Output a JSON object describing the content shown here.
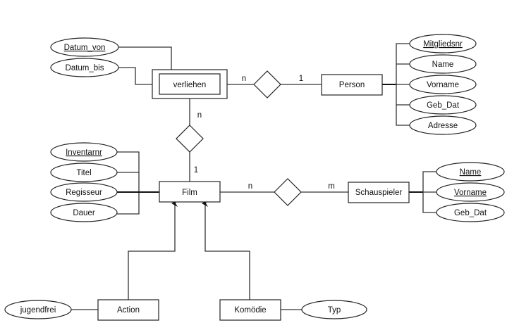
{
  "diagram": {
    "type": "entity-relationship",
    "entities": {
      "verliehen": {
        "label": "verliehen",
        "weak": true
      },
      "person": {
        "label": "Person"
      },
      "film": {
        "label": "Film"
      },
      "schauspieler": {
        "label": "Schauspieler"
      },
      "action": {
        "label": "Action"
      },
      "komoedie": {
        "label": "Komödie"
      }
    },
    "attributes": {
      "verliehen": [
        {
          "label": "Datum_von",
          "key": true
        },
        {
          "label": "Datum_bis",
          "key": false
        }
      ],
      "person": [
        {
          "label": "Mitgliedsnr",
          "key": true
        },
        {
          "label": "Name",
          "key": false
        },
        {
          "label": "Vorname",
          "key": false
        },
        {
          "label": "Geb_Dat",
          "key": false
        },
        {
          "label": "Adresse",
          "key": false
        }
      ],
      "film": [
        {
          "label": "Inventarnr",
          "key": true
        },
        {
          "label": "Titel",
          "key": false
        },
        {
          "label": "Regisseur",
          "key": false
        },
        {
          "label": "Dauer",
          "key": false
        }
      ],
      "schauspieler": [
        {
          "label": "Name",
          "key": true
        },
        {
          "label": "Vorname",
          "key": true
        },
        {
          "label": "Geb_Dat",
          "key": false
        }
      ],
      "action": [
        {
          "label": "jugendfrei",
          "key": false
        }
      ],
      "komoedie": [
        {
          "label": "Typ",
          "key": false
        }
      ]
    },
    "relationships": [
      {
        "name": "verliehen-person",
        "from": "verliehen",
        "to": "Person",
        "card_from": "n",
        "card_to": "1"
      },
      {
        "name": "verliehen-film",
        "from": "verliehen",
        "to": "Film",
        "card_from": "n",
        "card_to": "1"
      },
      {
        "name": "film-schauspieler",
        "from": "Film",
        "to": "Schauspieler",
        "card_from": "n",
        "card_to": "m"
      }
    ],
    "inheritance": [
      {
        "child": "Action",
        "parent": "Film"
      },
      {
        "child": "Komödie",
        "parent": "Film"
      }
    ]
  }
}
